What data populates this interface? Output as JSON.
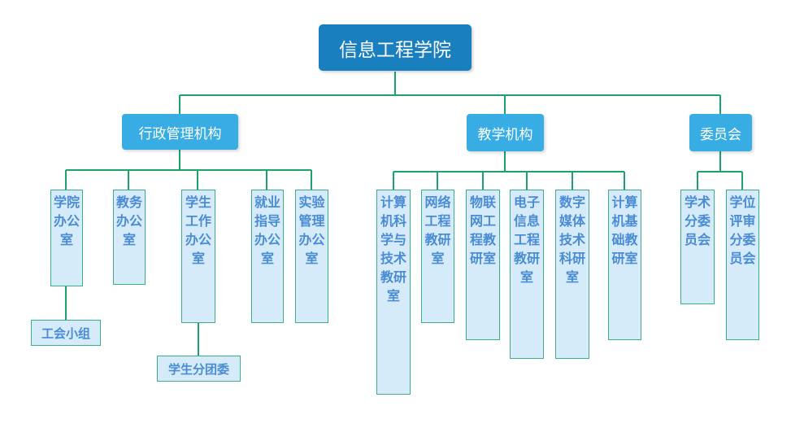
{
  "root": "信息工程学院",
  "branches": {
    "admin": "行政管理机构",
    "teaching": "教学机构",
    "committee": "委员会"
  },
  "admin_units": {
    "college_office": "学院办公室",
    "academic_office": "教务办公室",
    "student_office": "学生工作办公室",
    "employment_office": "就业指导办公室",
    "lab_office": "实验管理办公室",
    "union_group": "工会小组",
    "youth_league": "学生分团委"
  },
  "teaching_units": {
    "cs_tech": "计算机科学与技术教研室",
    "network_eng": "网络工程教研室",
    "iot_eng": "物联网工程教研室",
    "electronic_info": "电子信息工程教研室",
    "digital_media": "数字媒体技术科研室",
    "computer_basics": "计算机基础教研室"
  },
  "committee_units": {
    "academic": "学术分委员会",
    "degree": "学位评审分委员会"
  }
}
